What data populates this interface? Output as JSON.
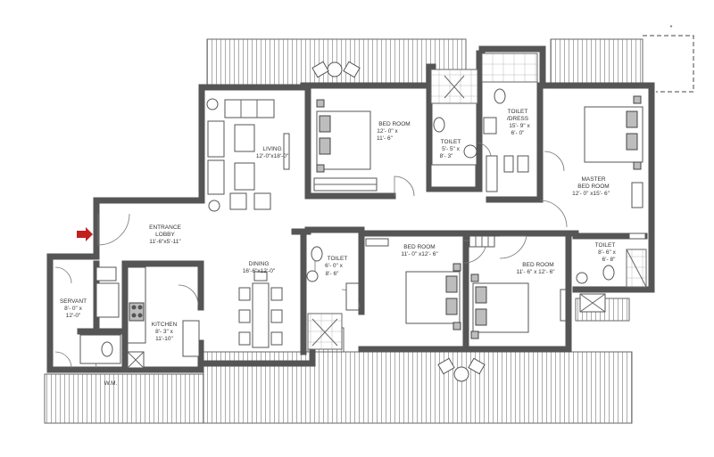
{
  "rooms": {
    "entrance": {
      "name": "ENTRANCE",
      "name2": "LOBBY",
      "dim": "11'-6\"x5'-11\""
    },
    "living": {
      "name": "LIVING",
      "dim": "12'-0\"x18'-0\""
    },
    "dining": {
      "name": "DINING",
      "dim": "16'-6\"x12'-0\""
    },
    "kitchen": {
      "name": "KITCHEN",
      "dim1": "8'- 3\" x",
      "dim2": "11'-10\""
    },
    "servant": {
      "name": "SERVANT",
      "dim1": "8'- 0\" x",
      "dim2": "12'-0\""
    },
    "wm": {
      "name": "W.M."
    },
    "bedroom1": {
      "name": "BED ROOM",
      "dim1": "12'- 0\" x",
      "dim2": "11'- 6\""
    },
    "toilet1": {
      "name": "TOILET",
      "dim1": "5'- 5\" x",
      "dim2": "8'- 3\""
    },
    "toiletDress": {
      "name": "TOILET",
      "name2": "/DRESS",
      "dim1": "15'- 9\" x",
      "dim2": "6'- 0\""
    },
    "master": {
      "name": "MASTER",
      "name2": "BED ROOM",
      "dim": "12'- 0\" x15'- 6\""
    },
    "toilet2": {
      "name": "TOILET",
      "dim1": "6'- 0\" x",
      "dim2": "8'- 6\""
    },
    "bedroom2": {
      "name": "BED ROOM",
      "dim": "11'- 0\" x12'- 6\""
    },
    "bedroom3": {
      "name": "BED ROOM",
      "dim": "11'- 6\" x 12'- 6\""
    },
    "toilet3": {
      "name": "TOILET",
      "dim1": "8'- 6\" x",
      "dim2": "6'- 8\""
    }
  },
  "marker": "*",
  "colors": {
    "wall": "#6e6e6e",
    "entry_arrow": "#c0201e"
  }
}
